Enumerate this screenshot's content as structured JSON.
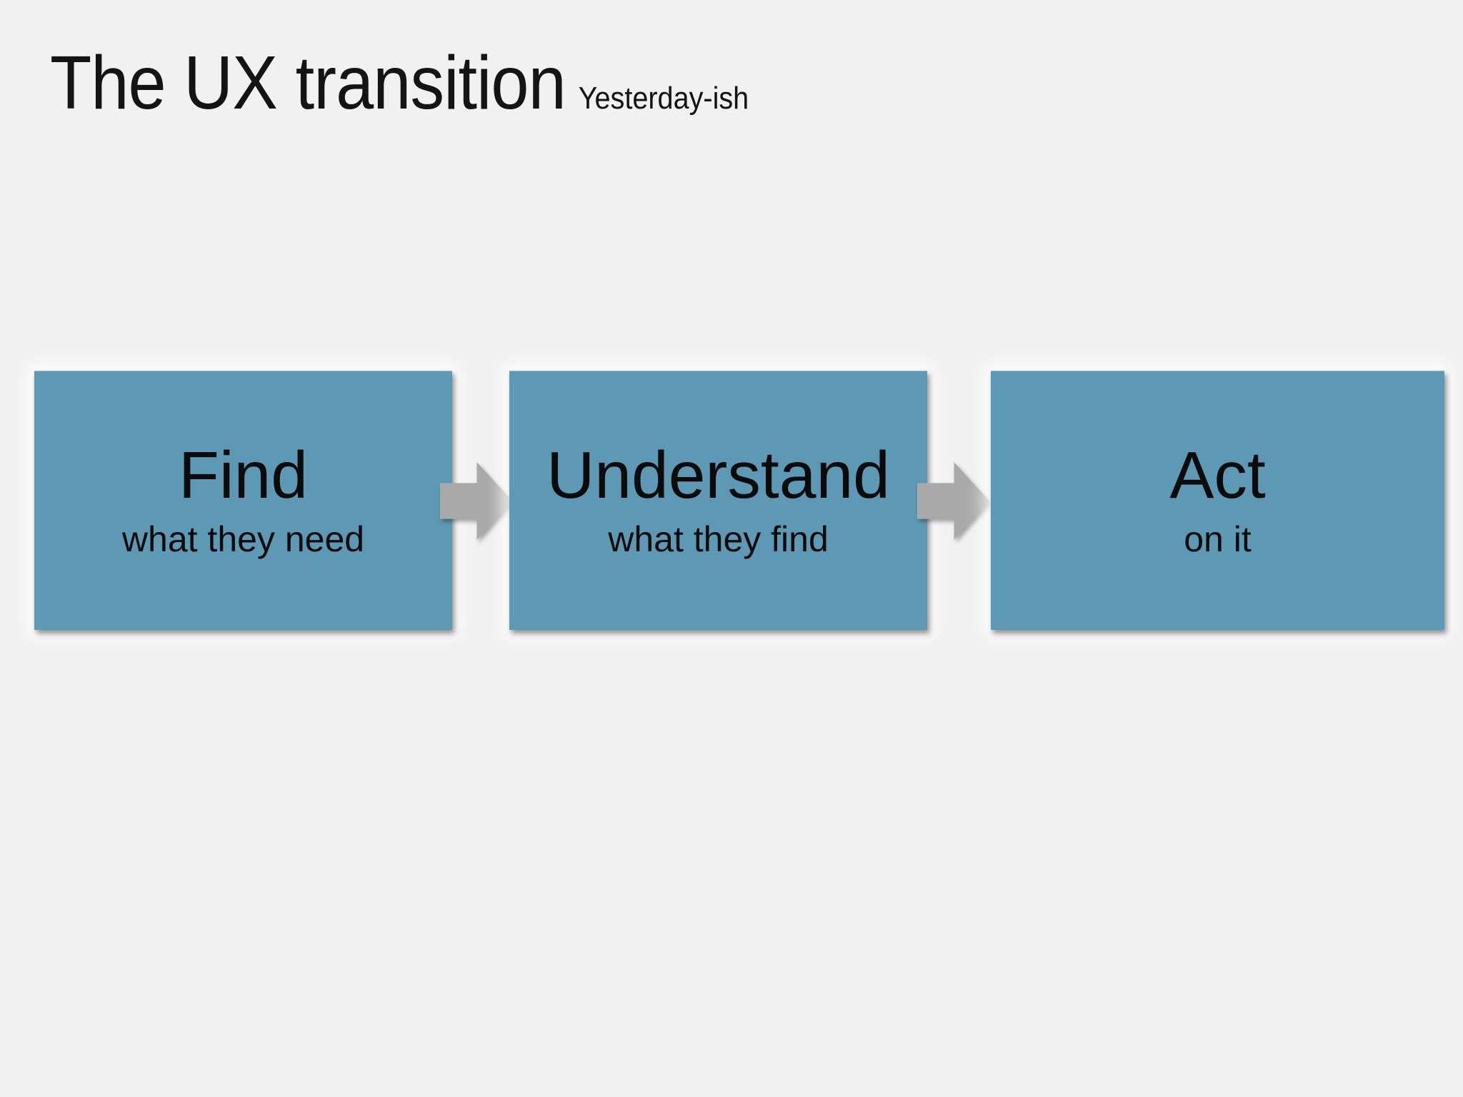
{
  "slide": {
    "title": "The UX transition",
    "subtitle": "Yesterday-ish",
    "steps": [
      {
        "label": "Find",
        "sublabel": "what they need"
      },
      {
        "label": "Understand",
        "sublabel": "what they find"
      },
      {
        "label": "Act",
        "sublabel": "on it"
      }
    ],
    "arrow_icon": "right-arrow",
    "colors": {
      "background": "#f1f1f2",
      "box_fill": "#5d99b4",
      "arrow_fill": "#a9a9a9",
      "text": "#0d0d0d"
    }
  }
}
